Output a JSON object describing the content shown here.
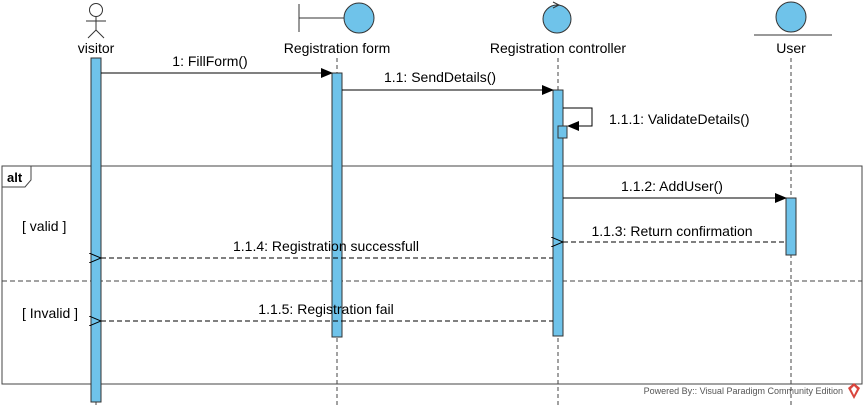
{
  "lifelines": {
    "visitor": "visitor",
    "form": "Registration form",
    "controller": "Registration controller",
    "user": "User"
  },
  "messages": {
    "m1": "1: FillForm()",
    "m2": "1.1: SendDetails()",
    "m3": "1.1.1: ValidateDetails()",
    "m4": "1.1.2: AddUser()",
    "m5": "1.1.3: Return confirmation",
    "m6": "1.1.4: Registration successfull",
    "m7": "1.1.5: Registration fail"
  },
  "fragment": {
    "operator": "alt",
    "guard1": "[ valid ]",
    "guard2": "[ Invalid ]"
  },
  "footer": {
    "powered_by": "Powered By:: Visual Paradigm Community Edition"
  },
  "colors": {
    "accent": "#6FC3EA",
    "footer_logo": "#D9453D"
  }
}
